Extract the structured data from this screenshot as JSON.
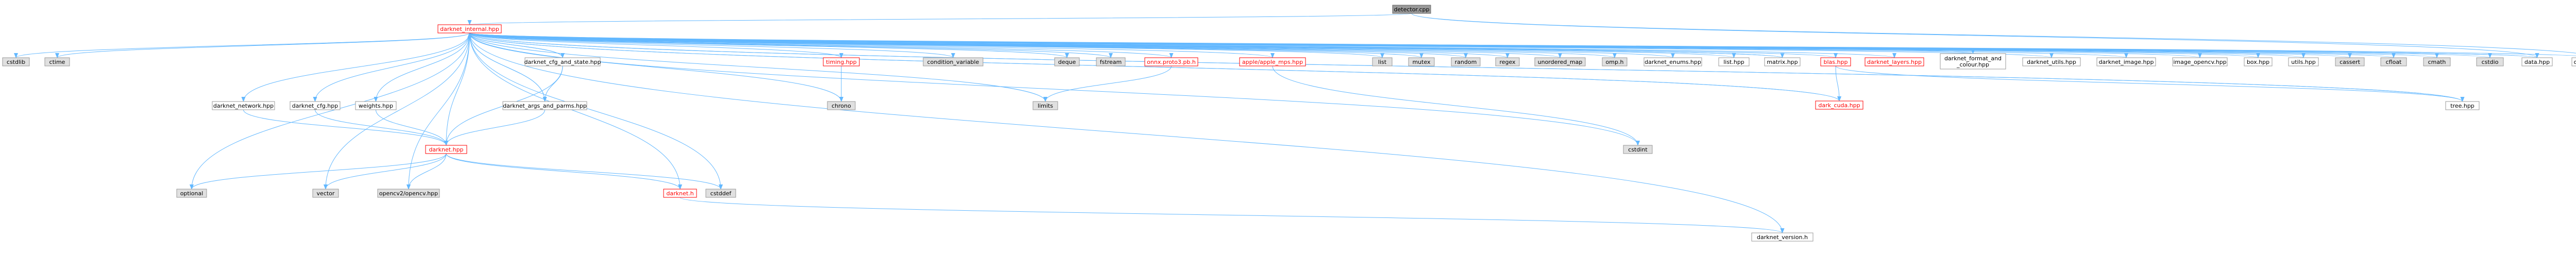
{
  "colors": {
    "edge": "#63b8ff",
    "node_border": "#999999",
    "node_fill": "#ffffff",
    "local_border": "#ff0000",
    "local_text": "#ff0000",
    "text": "#000000",
    "system_fill": "#e0e0e0",
    "root_fill": "#999999",
    "root_border": "#666666"
  },
  "nodes": [
    {
      "id": "detector",
      "label": "detector.cpp",
      "kind": "root"
    },
    {
      "id": "internal",
      "label": "darknet_internal.hpp",
      "kind": "local"
    },
    {
      "id": "cstdlib",
      "label": "cstdlib",
      "kind": "system"
    },
    {
      "id": "ctime",
      "label": "ctime",
      "kind": "system"
    },
    {
      "id": "cfg_state",
      "label": "darknet_cfg_and_state.hpp",
      "kind": "file"
    },
    {
      "id": "network",
      "label": "darknet_network.hpp",
      "kind": "file"
    },
    {
      "id": "cfg",
      "label": "darknet_cfg.hpp",
      "kind": "file"
    },
    {
      "id": "weights",
      "label": "weights.hpp",
      "kind": "file"
    },
    {
      "id": "args",
      "label": "darknet_args_and_parms.hpp",
      "kind": "file"
    },
    {
      "id": "darknet_hpp",
      "label": "darknet.hpp",
      "kind": "local"
    },
    {
      "id": "optional",
      "label": "optional",
      "kind": "system"
    },
    {
      "id": "vector",
      "label": "vector",
      "kind": "system"
    },
    {
      "id": "opencv",
      "label": "opencv2/opencv.hpp",
      "kind": "system"
    },
    {
      "id": "darknet_h",
      "label": "darknet.h",
      "kind": "local"
    },
    {
      "id": "cstddef",
      "label": "cstddef",
      "kind": "system"
    },
    {
      "id": "timing",
      "label": "timing.hpp",
      "kind": "local"
    },
    {
      "id": "chrono",
      "label": "chrono",
      "kind": "system"
    },
    {
      "id": "cond_var",
      "label": "condition_variable",
      "kind": "system"
    },
    {
      "id": "deque",
      "label": "deque",
      "kind": "system"
    },
    {
      "id": "fstream",
      "label": "fstream",
      "kind": "system"
    },
    {
      "id": "onnx",
      "label": "onnx.proto3.pb.h",
      "kind": "local"
    },
    {
      "id": "limits",
      "label": "limits",
      "kind": "system"
    },
    {
      "id": "apple_mps",
      "label": "apple/apple_mps.hpp",
      "kind": "local"
    },
    {
      "id": "list",
      "label": "list",
      "kind": "system"
    },
    {
      "id": "mutex",
      "label": "mutex",
      "kind": "system"
    },
    {
      "id": "random",
      "label": "random",
      "kind": "system"
    },
    {
      "id": "regex",
      "label": "regex",
      "kind": "system"
    },
    {
      "id": "unordered_map",
      "label": "unordered_map",
      "kind": "system"
    },
    {
      "id": "omp",
      "label": "omp.h",
      "kind": "system"
    },
    {
      "id": "cstdint",
      "label": "cstdint",
      "kind": "system"
    },
    {
      "id": "enums",
      "label": "darknet_enums.hpp",
      "kind": "file"
    },
    {
      "id": "list_hpp",
      "label": "list.hpp",
      "kind": "file"
    },
    {
      "id": "matrix",
      "label": "matrix.hpp",
      "kind": "file"
    },
    {
      "id": "blas",
      "label": "blas.hpp",
      "kind": "local"
    },
    {
      "id": "dark_cuda",
      "label": "dark_cuda.hpp",
      "kind": "local"
    },
    {
      "id": "layers",
      "label": "darknet_layers.hpp",
      "kind": "local"
    },
    {
      "id": "format_colour",
      "label": "darknet_format_and\n_colour.hpp",
      "kind": "file"
    },
    {
      "id": "utils_d",
      "label": "darknet_utils.hpp",
      "kind": "file"
    },
    {
      "id": "image_d",
      "label": "darknet_image.hpp",
      "kind": "file"
    },
    {
      "id": "image_opencv",
      "label": "image_opencv.hpp",
      "kind": "file"
    },
    {
      "id": "box",
      "label": "box.hpp",
      "kind": "file"
    },
    {
      "id": "utils",
      "label": "utils.hpp",
      "kind": "file"
    },
    {
      "id": "cassert",
      "label": "cassert",
      "kind": "system"
    },
    {
      "id": "cfloat",
      "label": "cfloat",
      "kind": "system"
    },
    {
      "id": "cmath",
      "label": "cmath",
      "kind": "system"
    },
    {
      "id": "tree",
      "label": "tree.hpp",
      "kind": "file"
    },
    {
      "id": "cstdio",
      "label": "cstdio",
      "kind": "system"
    },
    {
      "id": "data",
      "label": "data.hpp",
      "kind": "file"
    },
    {
      "id": "option_list",
      "label": "option_list.hpp",
      "kind": "file"
    },
    {
      "id": "version",
      "label": "darknet_version.h",
      "kind": "file"
    }
  ],
  "edges": [
    [
      "detector",
      "internal"
    ],
    [
      "detector",
      "data"
    ],
    [
      "detector",
      "option_list"
    ],
    [
      "internal",
      "cstdlib"
    ],
    [
      "internal",
      "ctime"
    ],
    [
      "internal",
      "cfg_state"
    ],
    [
      "internal",
      "network"
    ],
    [
      "internal",
      "cfg"
    ],
    [
      "internal",
      "weights"
    ],
    [
      "internal",
      "args"
    ],
    [
      "internal",
      "darknet_hpp"
    ],
    [
      "internal",
      "optional"
    ],
    [
      "internal",
      "vector"
    ],
    [
      "internal",
      "opencv"
    ],
    [
      "internal",
      "darknet_h"
    ],
    [
      "internal",
      "cstddef"
    ],
    [
      "internal",
      "timing"
    ],
    [
      "internal",
      "chrono"
    ],
    [
      "internal",
      "cond_var"
    ],
    [
      "internal",
      "deque"
    ],
    [
      "internal",
      "fstream"
    ],
    [
      "internal",
      "onnx"
    ],
    [
      "internal",
      "limits"
    ],
    [
      "internal",
      "apple_mps"
    ],
    [
      "internal",
      "list"
    ],
    [
      "internal",
      "mutex"
    ],
    [
      "internal",
      "random"
    ],
    [
      "internal",
      "regex"
    ],
    [
      "internal",
      "unordered_map"
    ],
    [
      "internal",
      "omp"
    ],
    [
      "internal",
      "cstdint"
    ],
    [
      "internal",
      "enums"
    ],
    [
      "internal",
      "list_hpp"
    ],
    [
      "internal",
      "matrix"
    ],
    [
      "internal",
      "blas"
    ],
    [
      "internal",
      "dark_cuda"
    ],
    [
      "internal",
      "layers"
    ],
    [
      "internal",
      "format_colour"
    ],
    [
      "internal",
      "utils_d"
    ],
    [
      "internal",
      "image_d"
    ],
    [
      "internal",
      "image_opencv"
    ],
    [
      "internal",
      "box"
    ],
    [
      "internal",
      "utils"
    ],
    [
      "internal",
      "cassert"
    ],
    [
      "internal",
      "cfloat"
    ],
    [
      "internal",
      "cmath"
    ],
    [
      "internal",
      "tree"
    ],
    [
      "internal",
      "cstdio"
    ],
    [
      "internal",
      "data"
    ],
    [
      "internal",
      "option_list"
    ],
    [
      "internal",
      "version"
    ],
    [
      "cfg_state",
      "args"
    ],
    [
      "cfg_state",
      "darknet_hpp"
    ],
    [
      "cfg_state",
      "internal"
    ],
    [
      "network",
      "darknet_hpp"
    ],
    [
      "cfg",
      "darknet_hpp"
    ],
    [
      "weights",
      "darknet_hpp"
    ],
    [
      "args",
      "darknet_hpp"
    ],
    [
      "args",
      "internal"
    ],
    [
      "darknet_hpp",
      "optional"
    ],
    [
      "darknet_hpp",
      "vector"
    ],
    [
      "darknet_hpp",
      "opencv"
    ],
    [
      "darknet_hpp",
      "darknet_h"
    ],
    [
      "darknet_hpp",
      "cstddef"
    ],
    [
      "darknet_h",
      "version"
    ],
    [
      "timing",
      "chrono"
    ],
    [
      "onnx",
      "limits"
    ],
    [
      "apple_mps",
      "cstdint"
    ],
    [
      "matrix",
      "internal"
    ],
    [
      "blas",
      "dark_cuda"
    ],
    [
      "blas",
      "tree"
    ],
    [
      "dark_cuda",
      "internal"
    ],
    [
      "tree",
      "internal"
    ],
    [
      "data",
      "internal"
    ]
  ]
}
